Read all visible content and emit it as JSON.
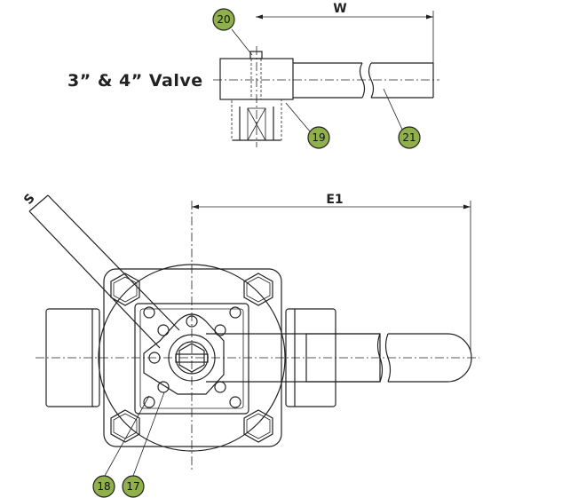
{
  "title": "3” & 4” Valve",
  "dimensions": {
    "w": "W",
    "e1": "E1",
    "s": "S"
  },
  "balloons": {
    "b20": "20",
    "b19": "19",
    "b21": "21",
    "b18": "18",
    "b17": "17"
  },
  "colors": {
    "balloon_fill": "#8fb04a",
    "line": "#222222"
  }
}
